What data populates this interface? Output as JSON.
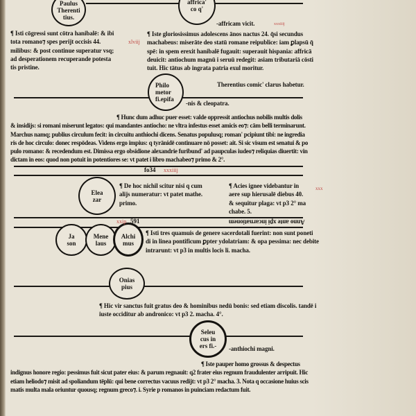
{
  "circles": {
    "paulus": [
      "Paulus",
      "Therenti",
      "tius."
    ],
    "affrica": [
      "",
      "affrica'",
      "co q'"
    ],
    "philometor": [
      "Philo",
      "metor",
      "fi.epifa"
    ],
    "eleazar": [
      "Elea",
      "zar"
    ],
    "jason": [
      "Ja",
      "son"
    ],
    "menelaus": [
      "Mene",
      "laus"
    ],
    "alchimus": [
      "Alchi",
      "mus"
    ],
    "onias": [
      "Onias",
      "pius"
    ],
    "seleucus": [
      "Seleu",
      "cus in",
      "ers fi.-"
    ]
  },
  "labels": {
    "affricam": "-affricam vicit.",
    "therentius": "Therentius comic' clarus habetur.",
    "cleopatra": "-nis & cleopatra.",
    "anthiochi": "-anthiochi magni.",
    "folio": "fo34",
    "folio_red": "xxxiiij",
    "year": "591",
    "year_red": "xxip",
    "upside": "Anno ante xp̄i incarnationem"
  },
  "marginalia": {
    "m1": "xlviij",
    "m2": "xxxiiij",
    "m3": "xxx"
  },
  "paragraphs": {
    "left_top": [
      "¶ Isti cōgressi sunt cōtra hanibalē: & ibi",
      "tota romano⁊ spes perijt occisis 44.",
      "milibus: & post continue superatur vsq;",
      "ad desperationem recuperande potesta",
      "tis pristine."
    ],
    "right_top": [
      "¶ Iste gloriosissimus adolescens ānos nactus 24. q̄si secundus",
      "machabeus: miserāte deo statū romane reipublice: iam ꝑlapsū q̄",
      "spē: in spem erexit hanibalē fugauit: superauit hispania: affricā",
      "deuicit: antiochum magnū i seruū redegit: asiam tributariā cōsti",
      "tuit. Hic tātus ab ingrata patria exul moritur."
    ],
    "middle": [
      "¶ Hunc dum adhuc puer esset: valde oppressit antiochus nobilis multis dolis",
      "& insidijs: si romani miserunt legatos: qui mandantes antiocho: ne vltra infestus esset amicis eo⁊: cām belli terminarunt.",
      "Marchus namq; publius circulum fecit: in circuitu anthiochi dicens. Senatus populusq; roman' pcipiunt tibi: ne ingredia",
      "ris de hoc circulo: donec respōdeas. Videns ergo impius: q tyrānidē continuare nō posset: ait. Si sic visum est senatui & po",
      "pulo romano: & recedendum est. Dimissa ergo obsidione alexandrie furibund' ad paupculas iudeo⁊ reliquias diuertit: vin",
      "dictam in eos: quod non potuit in potentiores se: vt patet i libro machabeo⁊ primo & 2°."
    ],
    "eleazar": [
      "¶ De hoc nichil scitur nisi q cum",
      "alijs numeratur: vt patet mathe.",
      "primo."
    ],
    "acies": [
      "¶ Acies ignee videbantur in",
      "aere sup hierusalē diebus 40.",
      "& sequitur plaga: vt p3 2° ma",
      "chabe. 5."
    ],
    "isti_tres": [
      "¶ Isti tres quamuis de genere sacerdotali fuerint: non sunt poneti",
      "di in linea pontificum ꝑpter ydolatriam: & opa pessima: nec debite",
      "intrarunt: vt p3 in multis locis li. macha."
    ],
    "onias": [
      "¶ Hic vir sanctus fuit gratus deo & hominibus nedū bonis: sed etiam discolis. tandē i",
      "iuste occiditur ab andronico: vt p3 2. macha. 4°."
    ],
    "seleucus": [
      "¶ Iste pauper homo grossus & despectus",
      "indignus honore regio: pessimus fuit sicut pater eius: & parum regnauit: q2 frater eius regnum fraudulenter arripuit. Hic",
      "etiam heliodo⁊ misit ad spoliandum tēplū: qui bene correctus vacuus redijt: vt p3 2° macha. 3. Nota q occasione huius scis",
      "matis multa mala oriuntur quousq; regnum greco⁊. i. Syrie p romanos in puinciam redactum fuit."
    ]
  }
}
